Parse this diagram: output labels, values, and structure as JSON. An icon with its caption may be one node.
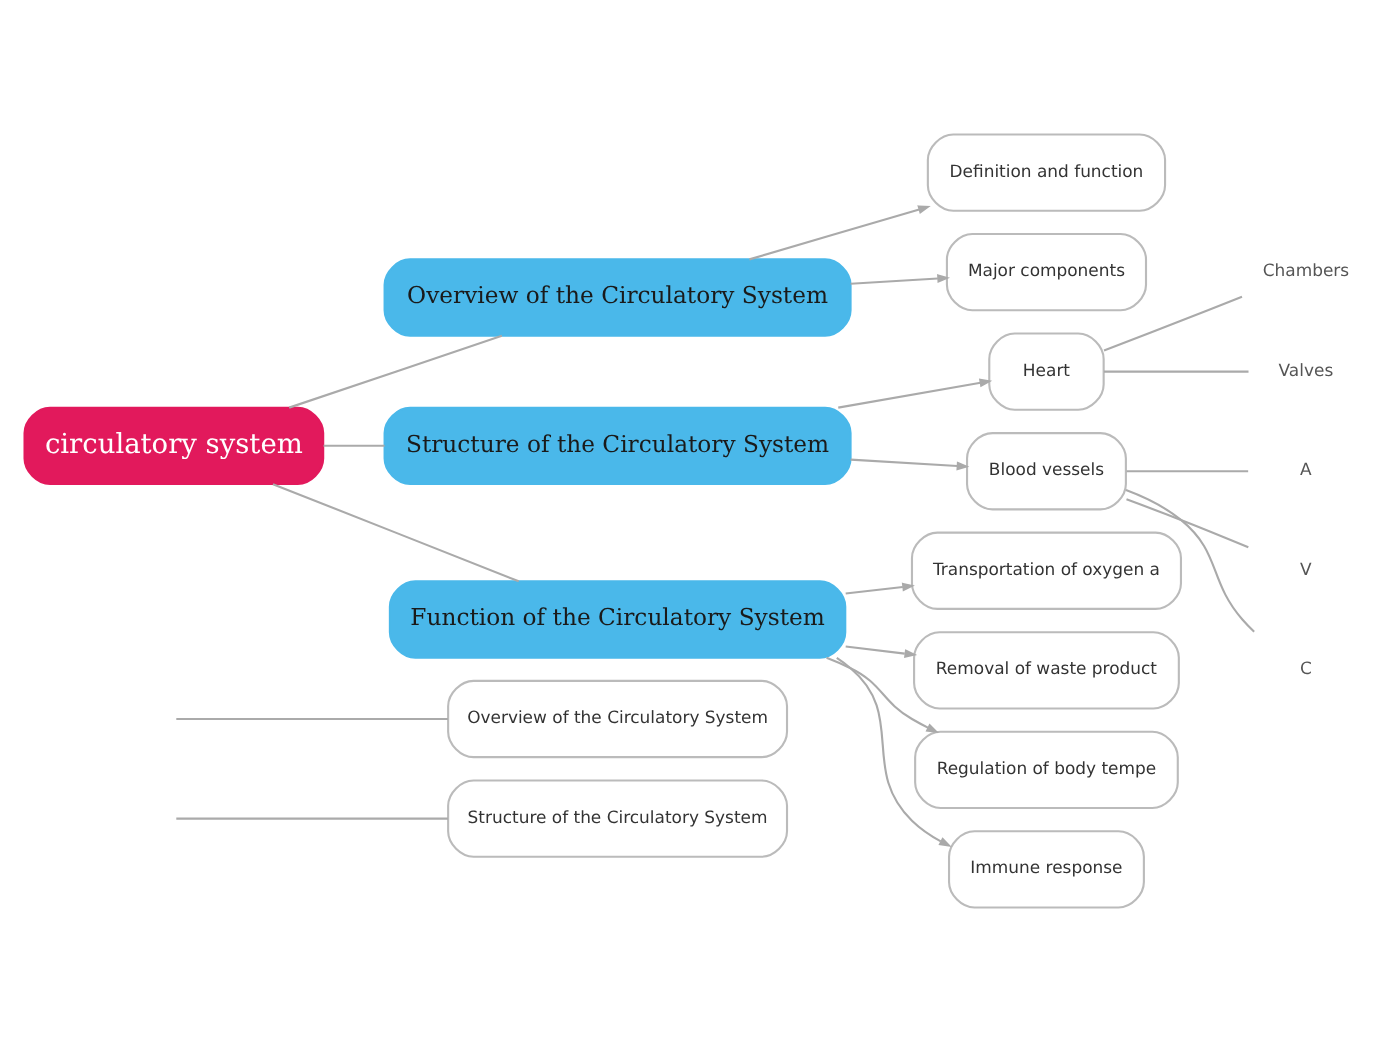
{
  "diagram": {
    "nodes": [
      {
        "text": [
          "circulatory system"
        ]
      },
      {
        "text": [
          "Overview of the Circulatory System"
        ]
      },
      {
        "text": [
          "Definition and function"
        ]
      },
      {
        "text": [
          "Major components"
        ]
      },
      {
        "text": [
          "Structure of the Circulatory System"
        ]
      },
      {
        "text": [
          "Heart"
        ]
      },
      {
        "text": [
          "Chambers"
        ]
      },
      {
        "text": [
          "Valves"
        ]
      },
      {
        "text": [
          "Blood vessels"
        ]
      },
      {
        "text": [
          "A"
        ]
      },
      {
        "text": [
          "V"
        ]
      },
      {
        "text": [
          "C"
        ]
      },
      {
        "text": [
          "Function of the Circulatory System"
        ]
      },
      {
        "text": [
          "Transportation of oxygen a"
        ]
      },
      {
        "text": [
          "Removal of waste product"
        ]
      },
      {
        "text": [
          "Regulation of body tempe"
        ]
      },
      {
        "text": [
          "Immune response"
        ]
      },
      {
        "text": [
          "Overview of the Circulatory System"
        ]
      },
      {
        "text": [
          "Structure of the Circulatory System"
        ]
      }
    ],
    "edges": [
      {
        "from": 0,
        "to": 1,
        "arrow": "none"
      },
      {
        "from": 1,
        "to": 2,
        "arrow": "to"
      },
      {
        "from": 1,
        "to": 3,
        "arrow": "to"
      },
      {
        "from": 0,
        "to": 4,
        "arrow": "none"
      },
      {
        "from": 4,
        "to": 5,
        "arrow": "to"
      },
      {
        "from": 5,
        "to": 6,
        "arrow": "none"
      },
      {
        "from": 5,
        "to": 7,
        "arrow": "none"
      },
      {
        "from": 4,
        "to": 8,
        "arrow": "to"
      },
      {
        "from": 8,
        "to": 9,
        "arrow": "none"
      },
      {
        "from": 8,
        "to": 10,
        "arrow": "none"
      },
      {
        "from": 8,
        "to": 11,
        "arrow": "none"
      },
      {
        "from": 0,
        "to": 12,
        "arrow": "none"
      },
      {
        "from": 12,
        "to": 13,
        "arrow": "to"
      },
      {
        "from": 12,
        "to": 14,
        "arrow": "to"
      },
      {
        "from": 12,
        "to": 15,
        "arrow": "to"
      },
      {
        "from": 12,
        "to": 16,
        "arrow": "to"
      },
      {
        "from": null,
        "to": 17,
        "arrow": "none"
      },
      {
        "from": null,
        "to": 18,
        "arrow": "none"
      }
    ]
  }
}
